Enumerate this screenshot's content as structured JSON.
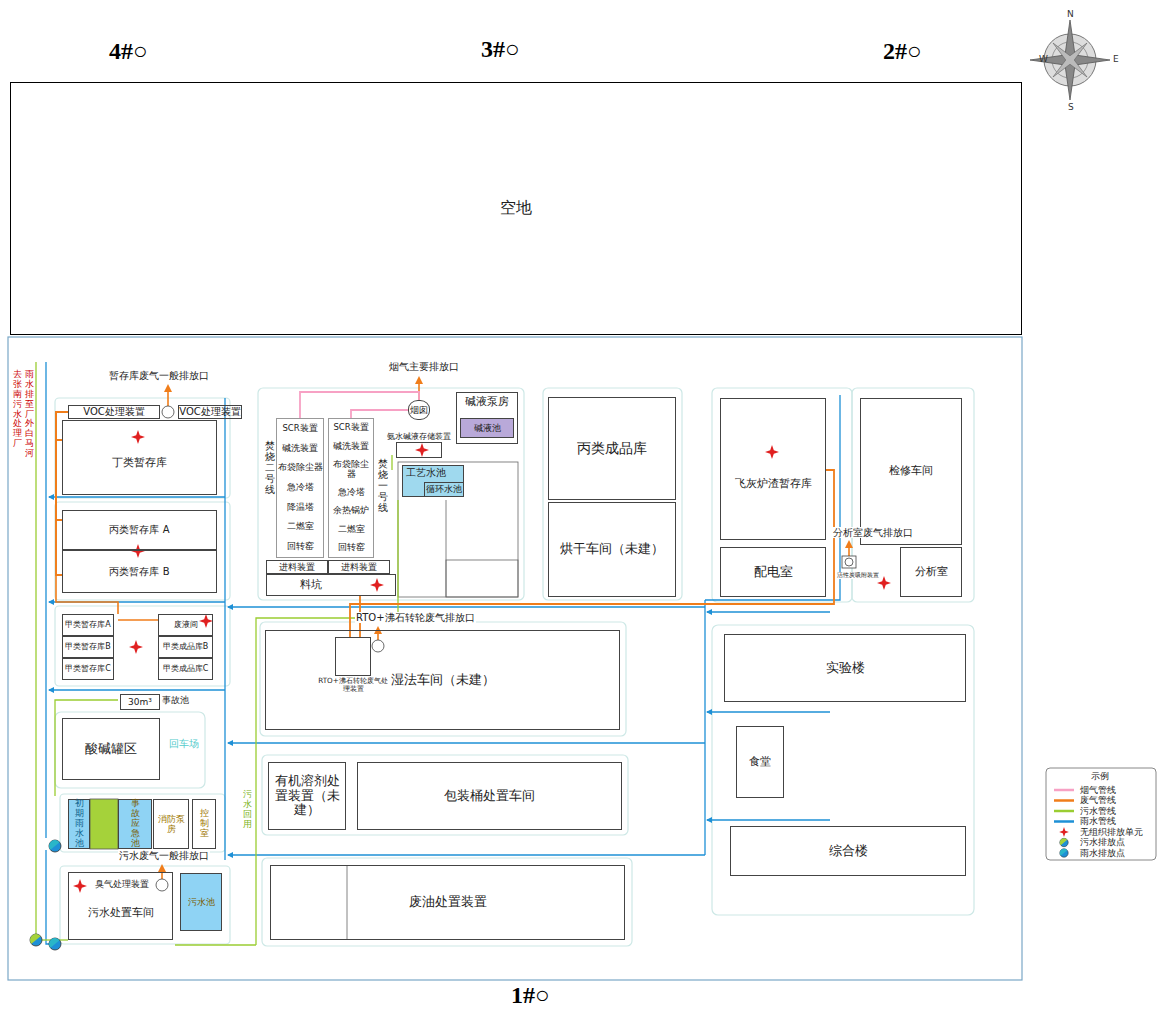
{
  "diagram": {
    "nodes": [
      {
        "text": [
          "空地"
        ]
      },
      {
        "text": [
          "VOC处理装置"
        ]
      },
      {
        "text": [
          "VOC处理装置"
        ]
      },
      {
        "text": [
          "丁类暂存库"
        ]
      },
      {
        "text": [
          "丙类暂存库 A"
        ]
      },
      {
        "text": [
          "丙类暂存库 B"
        ]
      },
      {
        "text": [
          "甲类暂存库A"
        ]
      },
      {
        "text": [
          "甲类暂存库B"
        ]
      },
      {
        "text": [
          "甲类暂存库C"
        ]
      },
      {
        "text": [
          "废液间"
        ]
      },
      {
        "text": [
          "甲类成品库B"
        ]
      },
      {
        "text": [
          "甲类成品库C"
        ]
      },
      {
        "text": [
          "30m³",
          "事故池"
        ]
      },
      {
        "text": [
          "酸碱罐区"
        ]
      },
      {
        "text": [
          "初期雨水池"
        ]
      },
      {
        "text": [
          "事故应急池"
        ]
      },
      {
        "text": [
          "消防泵房"
        ]
      },
      {
        "text": [
          "控制室"
        ]
      },
      {
        "text": [
          "污水处置车间"
        ]
      },
      {
        "text": [
          "污水池"
        ]
      },
      {
        "text": [
          "SCR装置",
          "碱洗装置",
          "布袋除尘器",
          "急冷塔",
          "降温塔",
          "二燃室",
          "回转窑"
        ]
      },
      {
        "text": [
          "SCR装置",
          "碱洗装置",
          "布袋除尘器",
          "急冷塔",
          "余热锅炉",
          "二燃室",
          "回转窑"
        ]
      },
      {
        "text": [
          "进料装置"
        ]
      },
      {
        "text": [
          "进料装置"
        ]
      },
      {
        "text": [
          "料坑"
        ]
      },
      {
        "text": [
          "烟囱"
        ]
      },
      {
        "text": [
          "碱液泵房"
        ]
      },
      {
        "text": [
          "碱液池"
        ],
        "in": 26
      },
      {
        "text": [
          "氨水碱液存储装置"
        ]
      },
      {
        "text": [
          "工艺水池"
        ]
      },
      {
        "text": [
          "循环水池"
        ],
        "in": 29
      },
      {
        "text": [
          "丙类成品库"
        ]
      },
      {
        "text": [
          "烘干车间（未建）"
        ]
      },
      {
        "text": [
          "飞灰炉渣暂存库"
        ]
      },
      {
        "text": [
          "配电室"
        ]
      },
      {
        "text": [
          "检修车间"
        ]
      },
      {
        "text": [
          "分析室"
        ]
      },
      {
        "text": [
          "湿法车间（未建）"
        ]
      },
      {
        "text": [
          "RTO+沸石转轮废气处理装置"
        ],
        "in": 37
      },
      {
        "text": [
          "实验楼"
        ]
      },
      {
        "text": [
          "食堂"
        ]
      },
      {
        "text": [
          "有机溶剂处置装置（未建）"
        ]
      },
      {
        "text": [
          "包装桶处置车间"
        ]
      },
      {
        "text": [
          "综合楼"
        ]
      },
      {
        "text": [
          "废油处置装置"
        ]
      }
    ],
    "edges": [
      {
        "from": 20,
        "to": 25,
        "arrow": "none"
      },
      {
        "from": 21,
        "to": 25,
        "arrow": "none"
      },
      {
        "from": 33,
        "to": 38,
        "arrow": "none"
      },
      {
        "from": 24,
        "to": 38,
        "arrow": "none"
      },
      {
        "from": 3,
        "to": 1,
        "arrow": "none"
      },
      {
        "from": 4,
        "to": 1,
        "arrow": "none"
      },
      {
        "from": 5,
        "to": 1,
        "arrow": "none"
      }
    ],
    "labels": [
      "4#○",
      "3#○",
      "2#○",
      "1#○",
      "N",
      "W",
      "E",
      "S",
      "暂存库废气一般排放口",
      "烟气主要排放口",
      "焚烧二号线",
      "焚烧一号线",
      "分析室废气排放口",
      "活性炭吸附装置",
      "RTO+沸石转轮废气排放口",
      "回车场",
      "污水废气一般排放口",
      "臭气处理装置",
      "去张南污水处理厂",
      "雨水排至厂外白马河",
      "污水回用",
      "示例"
    ],
    "legend": [
      {
        "text": "烟气管线"
      },
      {
        "text": "废气管线"
      },
      {
        "text": "污水管线"
      },
      {
        "text": "雨水管线"
      },
      {
        "text": "无组织排放单元"
      },
      {
        "text": "污水排放点"
      },
      {
        "text": "雨水排放点"
      }
    ]
  }
}
